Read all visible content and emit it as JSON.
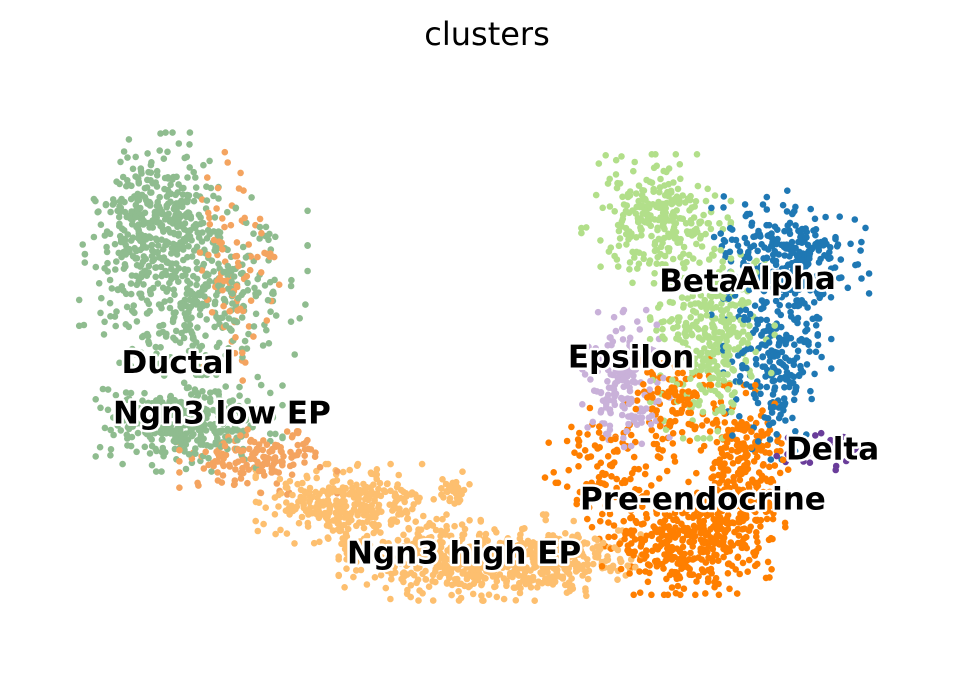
{
  "chart_data": {
    "type": "scatter",
    "title": "clusters",
    "xlabel": "",
    "ylabel": "",
    "axes": "hidden",
    "grid": false,
    "legend": "on data",
    "xlim": [
      0,
      100
    ],
    "ylim": [
      0,
      100
    ],
    "clusters": [
      {
        "name": "Ductal",
        "label": "Ductal",
        "color": "#8fbc8f",
        "label_pos": [
          14.2,
          51.0
        ],
        "blobs": [
          {
            "cx": 11.7,
            "cy": 78.0,
            "sx": 3.0,
            "sy": 6.0,
            "n": 300
          },
          {
            "cx": 16.0,
            "cy": 64.5,
            "sx": 5.5,
            "sy": 7.5,
            "n": 430
          },
          {
            "cx": 15.5,
            "cy": 40.5,
            "sx": 4.5,
            "sy": 3.6,
            "n": 330
          }
        ]
      },
      {
        "name": "Ngn3 low EP",
        "label": "Ngn3 low EP",
        "color": "#f4a460",
        "label_pos": [
          19.3,
          42.0
        ],
        "blobs": [
          {
            "cx": 20.4,
            "cy": 68.5,
            "sx": 2.3,
            "sy": 8.5,
            "n": 90
          },
          {
            "cx": 23.5,
            "cy": 34.0,
            "sx": 3.8,
            "sy": 2.6,
            "n": 150
          }
        ]
      },
      {
        "name": "Ngn3 high EP",
        "label": "Ngn3 high EP",
        "color": "#fdbf6f",
        "label_pos": [
          47.3,
          17.0
        ],
        "blobs": [
          {
            "cx": 34.0,
            "cy": 26.0,
            "sx": 4.5,
            "sy": 3.0,
            "n": 330
          },
          {
            "cx": 46.0,
            "cy": 16.5,
            "sx": 5.5,
            "sy": 3.2,
            "n": 380
          },
          {
            "cx": 57.0,
            "cy": 16.0,
            "sx": 4.5,
            "sy": 3.0,
            "n": 280
          },
          {
            "cx": 46.0,
            "cy": 28.0,
            "sx": 0.8,
            "sy": 1.6,
            "n": 30
          }
        ]
      },
      {
        "name": "Pre-endocrine",
        "label": "Pre-endocrine",
        "color": "#ff7f00",
        "label_pos": [
          74.9,
          26.6
        ],
        "blobs": [
          {
            "cx": 72.5,
            "cy": 18.5,
            "sx": 4.5,
            "sy": 3.6,
            "n": 320
          },
          {
            "cx": 79.0,
            "cy": 30.5,
            "sx": 2.4,
            "sy": 7.0,
            "n": 320
          },
          {
            "cx": 64.0,
            "cy": 32.0,
            "sx": 3.2,
            "sy": 5.0,
            "n": 110
          },
          {
            "cx": 71.5,
            "cy": 44.0,
            "sx": 2.4,
            "sy": 4.5,
            "n": 120
          }
        ]
      },
      {
        "name": "Epsilon",
        "label": "Epsilon",
        "color": "#c9b1d9",
        "label_pos": [
          66.6,
          52.0
        ],
        "blobs": [
          {
            "cx": 66.0,
            "cy": 47.5,
            "sx": 2.1,
            "sy": 5.5,
            "n": 170
          }
        ]
      },
      {
        "name": "Beta",
        "label": "Beta",
        "color": "#b2df8a",
        "label_pos": [
          74.5,
          65.5
        ],
        "blobs": [
          {
            "cx": 69.5,
            "cy": 77.0,
            "sx": 3.6,
            "sy": 4.8,
            "n": 260
          },
          {
            "cx": 76.0,
            "cy": 57.0,
            "sx": 3.0,
            "sy": 8.0,
            "n": 340
          }
        ]
      },
      {
        "name": "Alpha",
        "label": "Alpha",
        "color": "#1f78b4",
        "label_pos": [
          84.5,
          66.0
        ],
        "blobs": [
          {
            "cx": 85.0,
            "cy": 70.5,
            "sx": 3.8,
            "sy": 4.8,
            "n": 270
          },
          {
            "cx": 83.5,
            "cy": 52.0,
            "sx": 2.6,
            "sy": 7.5,
            "n": 230
          }
        ]
      },
      {
        "name": "Delta",
        "label": "Delta",
        "color": "#6a3d9a",
        "label_pos": [
          89.9,
          35.5
        ],
        "blobs": [
          {
            "cx": 89.0,
            "cy": 35.5,
            "sx": 2.6,
            "sy": 1.4,
            "n": 35
          }
        ]
      }
    ]
  }
}
